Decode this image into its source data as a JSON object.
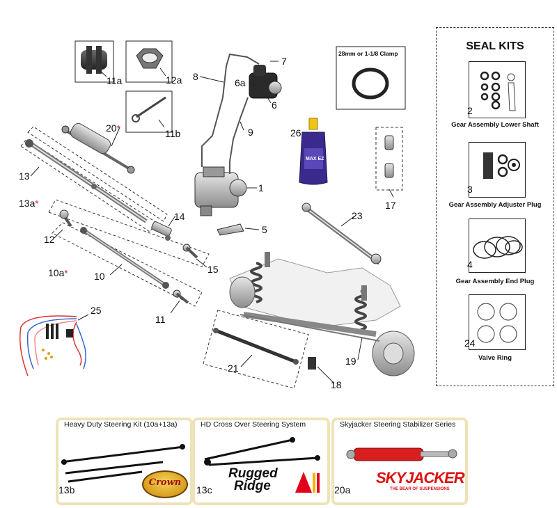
{
  "callouts": {
    "c11a": "11a",
    "c12a": "12a",
    "c11b": "11b",
    "c20": "20",
    "c8": "8",
    "c7": "7",
    "c6a": "6a",
    "c6": "6",
    "c9": "9",
    "c1": "1",
    "c5": "5",
    "c13": "13",
    "c13a": "13a",
    "c12": "12",
    "c14": "14",
    "c15": "15",
    "c10a": "10a",
    "c10": "10",
    "c11": "11",
    "c25": "25",
    "c21": "21",
    "c18": "18",
    "c19": "19",
    "c26": "26",
    "c17": "17",
    "c23": "23"
  },
  "markers": {
    "new_part": "*"
  },
  "clamp": {
    "label": "28mm or 1-1/8 Clamp"
  },
  "fluid": {
    "label": "MAX EZ"
  },
  "seal_kits": {
    "title": "SEAL KITS",
    "items": [
      {
        "num": "2",
        "caption": "Gear Assembly Lower Shaft"
      },
      {
        "num": "3",
        "caption": "Gear Assembly Adjuster Plug"
      },
      {
        "num": "4",
        "caption": "Gear Assembly End Plug"
      },
      {
        "num": "24",
        "caption": "Valve Ring"
      }
    ]
  },
  "kits": [
    {
      "title": "Heavy Duty Steering Kit (10a+13a)",
      "num": "13b",
      "logo": "Crown"
    },
    {
      "title": "HD Cross Over Steering System",
      "num": "13c",
      "logo_line1": "Rugged",
      "logo_line2": "Ridge"
    },
    {
      "title": "Skyjacker Steering Stabilizer Series",
      "num": "20a",
      "logo": "SKYJACKER",
      "tagline": "THE BEAR OF SUSPENSIONS"
    }
  ],
  "colors": {
    "new_part_marker": "#d01010",
    "kit_border": "#eee3b7",
    "fluid_bottle": "#3b2a8c",
    "fluid_cap": "#f1c40f"
  }
}
